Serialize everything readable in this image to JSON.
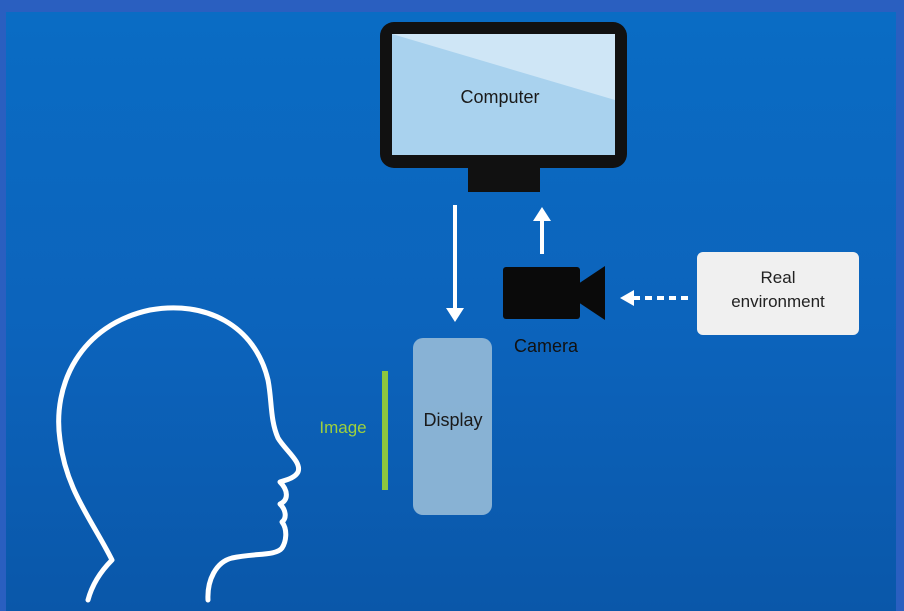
{
  "labels": {
    "computer": "Computer",
    "display": "Display",
    "camera": "Camera",
    "image": "Image",
    "real_environment_line1": "Real",
    "real_environment_line2": "environment"
  },
  "colors": {
    "background": "#0a6cc4",
    "outer_border": "#2a5fc0",
    "monitor_bezel": "#111111",
    "monitor_screen": "#a9d2ee",
    "display_panel": "#8fb6d6",
    "image_bar": "#8cc63f",
    "real_env_box": "#f0f0f0",
    "head_outline": "#ffffff"
  },
  "icons": [
    "computer-monitor-icon",
    "camera-icon",
    "head-outline-icon"
  ]
}
